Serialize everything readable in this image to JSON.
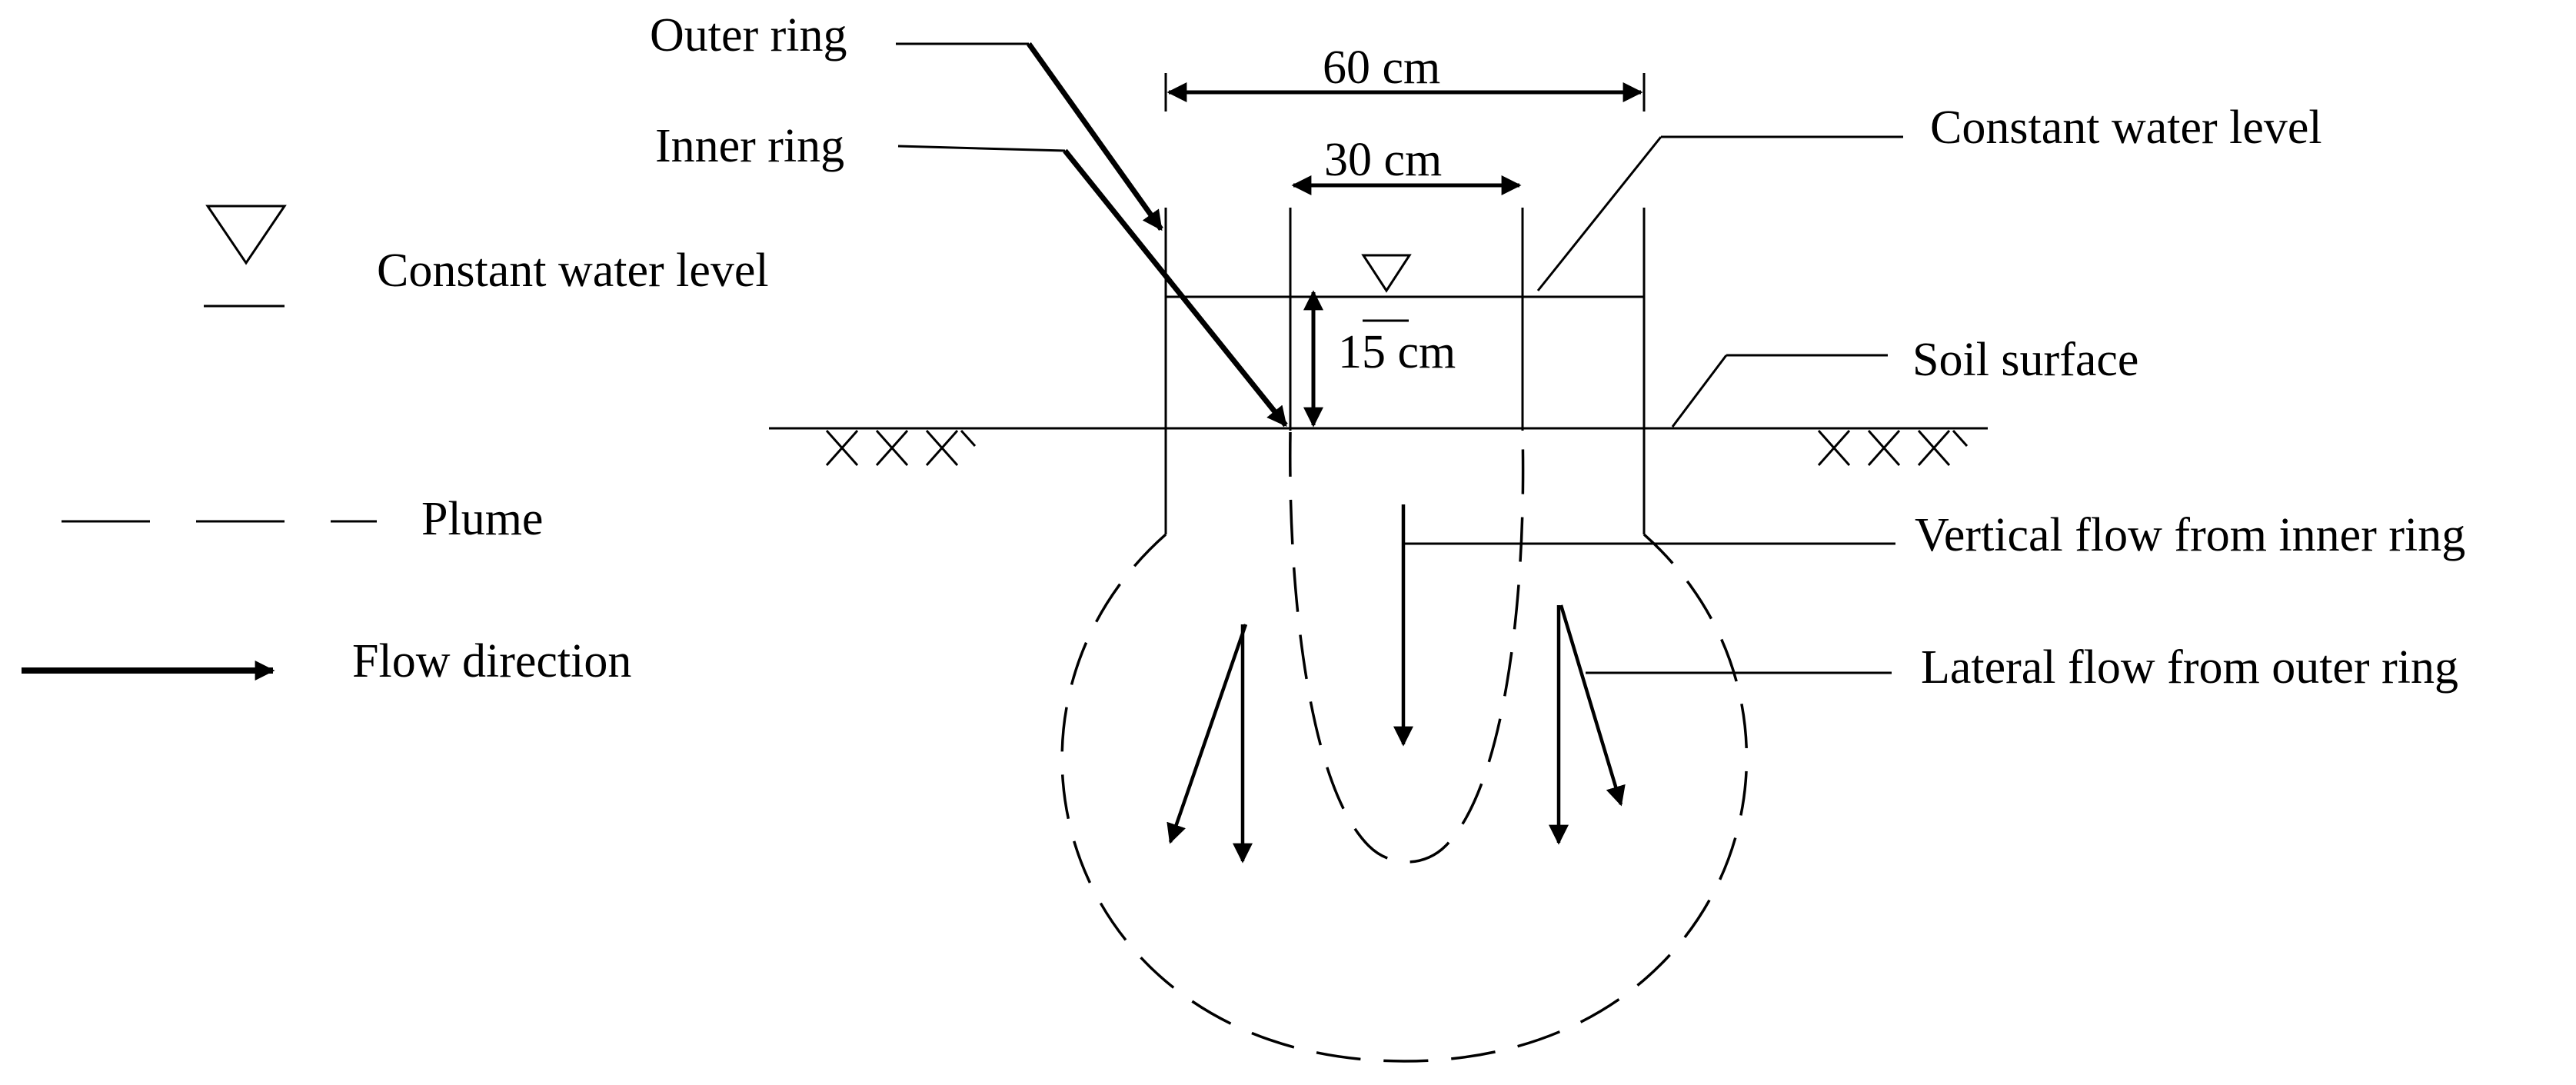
{
  "labels": {
    "outer_ring": "Outer ring",
    "inner_ring": "Inner ring",
    "dim_outer": "60 cm",
    "dim_inner": "30 cm",
    "dim_depth": "15 cm",
    "constant_water_level_callout": "Constant water level",
    "soil_surface": "Soil surface",
    "vertical_flow": "Vertical flow from inner ring",
    "lateral_flow": "Lateral flow from outer ring"
  },
  "legend": {
    "constant_water_level": "Constant water level",
    "plume": "Plume",
    "flow_direction": "Flow direction"
  }
}
